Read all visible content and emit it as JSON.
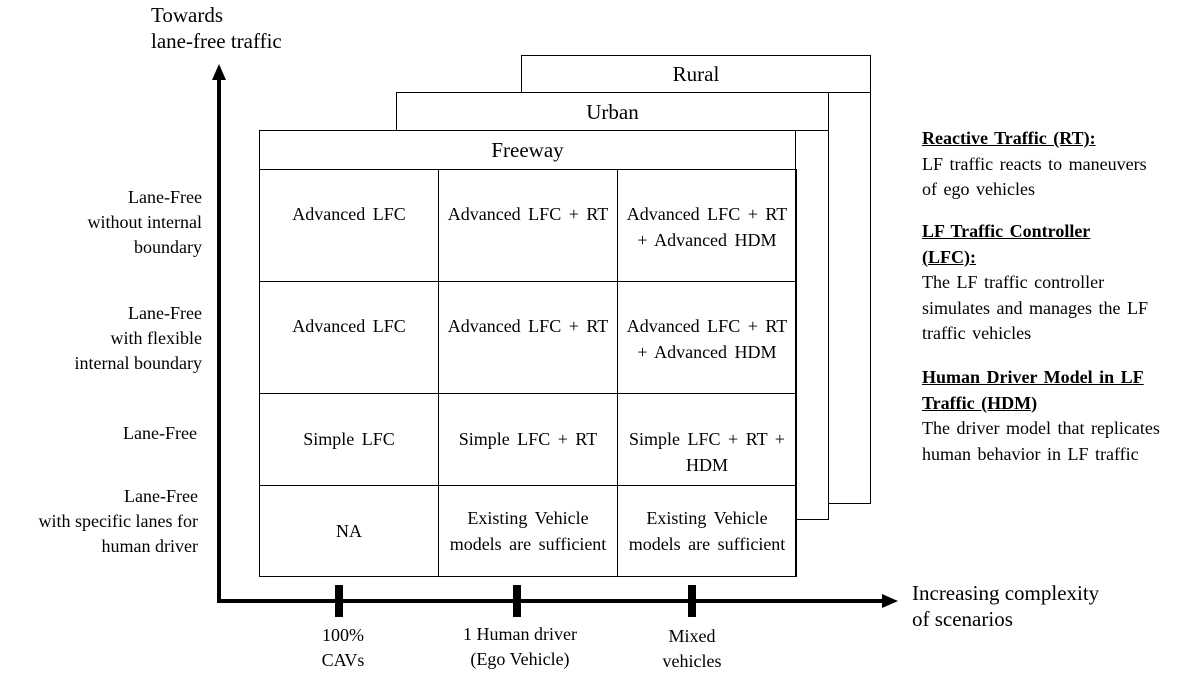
{
  "y_axis": {
    "title": [
      "Towards",
      "lane-free traffic"
    ]
  },
  "x_axis": {
    "title": [
      "Increasing complexity",
      "of scenarios"
    ]
  },
  "panels": {
    "back": "Rural",
    "middle": "Urban",
    "front": "Freeway"
  },
  "row_labels": [
    [
      "Lane-Free",
      "without internal",
      "boundary"
    ],
    [
      "Lane-Free",
      "with flexible",
      "internal boundary"
    ],
    [
      "Lane-Free"
    ],
    [
      "Lane-Free",
      "with specific lanes for",
      "human driver"
    ]
  ],
  "column_labels": [
    [
      "100%",
      "CAVs"
    ],
    [
      "1 Human driver",
      "(Ego Vehicle)"
    ],
    [
      "Mixed",
      "vehicles"
    ]
  ],
  "grid": [
    [
      "Advanced  LFC",
      "Advanced  LFC + RT",
      "Advanced  LFC + RT + Advanced HDM"
    ],
    [
      "Advanced  LFC",
      "Advanced  LFC + RT",
      "Advanced  LFC + RT + Advanced HDM"
    ],
    [
      "Simple LFC",
      "Simple LFC + RT",
      "Simple LFC + RT + HDM"
    ],
    [
      "NA",
      "Existing Vehicle models are sufficient",
      "Existing Vehicle models are sufficient"
    ]
  ],
  "legend": [
    {
      "term": "Reactive Traffic  (RT):",
      "desc": "LF traffic reacts to maneuvers  of ego vehicles"
    },
    {
      "term": "LF Traffic  Controller (LFC):",
      "desc": "The LF traffic controller simulates and manages  the LF traffic vehicles"
    },
    {
      "term": "Human  Driver  Model in LF Traffic  (HDM)",
      "desc": "The driver model that replicates human behavior in LF traffic"
    }
  ],
  "colors": {
    "ink": "#000000",
    "background": "#ffffff"
  }
}
